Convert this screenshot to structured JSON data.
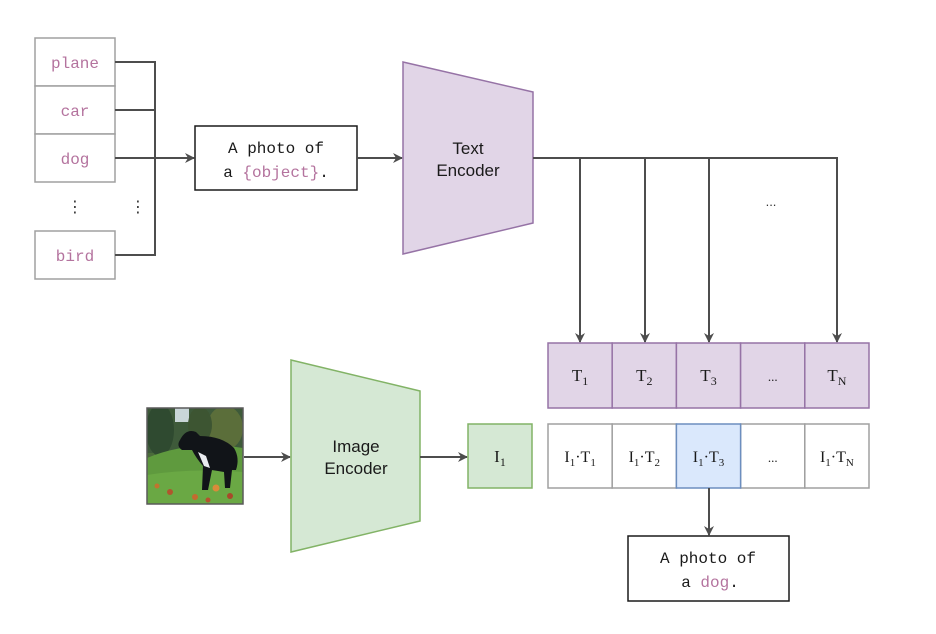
{
  "colors": {
    "text_purple": "#b4739e",
    "text_encoder_fill": "#e1d5e7",
    "text_encoder_stroke": "#9673a6",
    "image_encoder_fill": "#d5e8d4",
    "image_encoder_stroke": "#82b366",
    "highlight_fill": "#dae8fc",
    "highlight_stroke": "#6c8ebf",
    "line": "#4d4d4d",
    "cell_border": "#a0a0a0",
    "box_border": "#1a1a1a"
  },
  "classes": {
    "items": [
      "plane",
      "car",
      "dog"
    ],
    "last": "bird",
    "ellipsis": "⋮"
  },
  "prompt_template": {
    "line1": "A photo of",
    "line2_prefix": "a ",
    "placeholder": "{object}",
    "line2_suffix": "."
  },
  "text_encoder": {
    "line1": "Text",
    "line2": "Encoder"
  },
  "image_encoder": {
    "line1": "Image",
    "line2": "Encoder"
  },
  "input_image": {
    "description": "photo of a black dog standing on grass with autumn leaves"
  },
  "image_embedding": {
    "base": "I",
    "sub": "1"
  },
  "arrows_ellipsis": "...",
  "text_embeddings": [
    {
      "base": "T",
      "sub": "1"
    },
    {
      "base": "T",
      "sub": "2"
    },
    {
      "base": "T",
      "sub": "3"
    },
    {
      "base": "...",
      "sub": ""
    },
    {
      "base": "T",
      "sub": "N"
    }
  ],
  "similarities": [
    {
      "a": "I",
      "a_sub": "1",
      "dot": "·",
      "b": "T",
      "b_sub": "1",
      "highlight": false
    },
    {
      "a": "I",
      "a_sub": "1",
      "dot": "·",
      "b": "T",
      "b_sub": "2",
      "highlight": false
    },
    {
      "a": "I",
      "a_sub": "1",
      "dot": "·",
      "b": "T",
      "b_sub": "3",
      "highlight": true
    },
    {
      "a": "...",
      "a_sub": "",
      "dot": "",
      "b": "",
      "b_sub": "",
      "highlight": false
    },
    {
      "a": "I",
      "a_sub": "1",
      "dot": "·",
      "b": "T",
      "b_sub": "N",
      "highlight": false
    }
  ],
  "prediction": {
    "line1": "A photo of",
    "line2_prefix": "a ",
    "label": "dog",
    "line2_suffix": "."
  }
}
